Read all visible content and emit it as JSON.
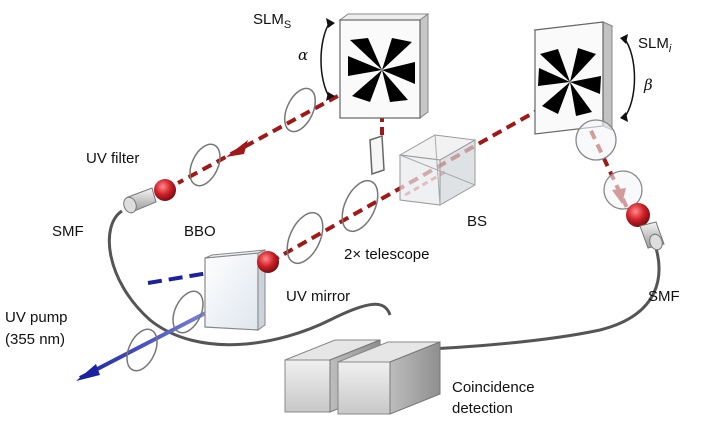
{
  "labels": {
    "slm_s_main": "SLM",
    "slm_s_sub": "S",
    "slm_i_main": "SLM",
    "slm_i_sub": "i",
    "alpha": "α",
    "beta": "β",
    "uv_filter": "UV filter",
    "smf_left": "SMF",
    "bbo": "BBO",
    "telescope": "2× telescope",
    "bs": "BS",
    "uv_mirror": "UV mirror",
    "smf_right": "SMF",
    "uv_pump_line1": "UV pump",
    "uv_pump_line2": "(355 nm)",
    "coincidence_line1": "Coincidence",
    "coincidence_line2": "detection"
  },
  "colors": {
    "photon_path": "#a01818",
    "pump_path": "#1a22a0",
    "fiber": "#555555",
    "red_filter": "#d0202a"
  }
}
